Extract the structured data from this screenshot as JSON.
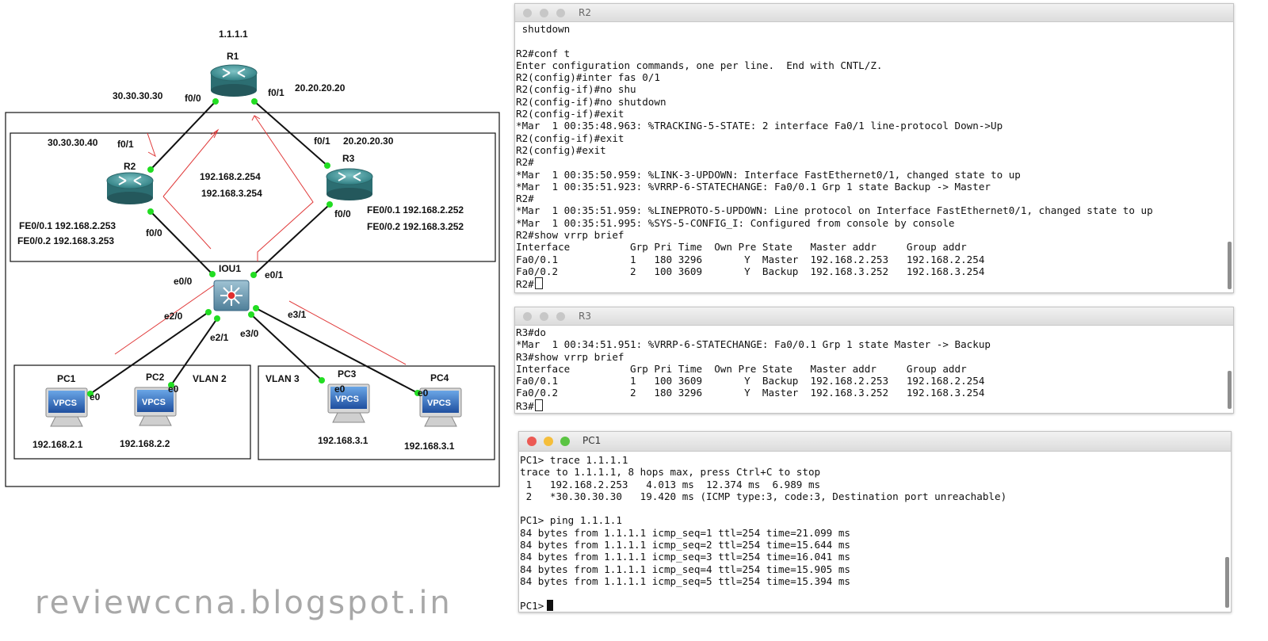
{
  "topology": {
    "r1": {
      "name": "R1",
      "loopback": "1.1.1.1",
      "f0_0_port": "f0/0",
      "f0_1_port": "f0/1",
      "ip_left": "30.30.30.30",
      "ip_right": "20.20.20.20"
    },
    "r2": {
      "name": "R2",
      "f0_1_port": "f0/1",
      "f0_1_ip": "30.30.30.40",
      "f0_0_port": "f0/0",
      "sub1": "FE0/0.1 192.168.2.253",
      "sub2": "FE0/0.2 192.168.3.253"
    },
    "r3": {
      "name": "R3",
      "f0_1_port": "f0/1",
      "f0_1_ip": "20.20.20.30",
      "f0_0_port": "f0/0",
      "sub1": "FE0/0.1 192.168.2.252",
      "sub2": "FE0/0.2 192.168.3.252"
    },
    "vip1": "192.168.2.254",
    "vip2": "192.168.3.254",
    "switch": {
      "name": "IOU1",
      "ports": [
        "e0/0",
        "e0/1",
        "e2/0",
        "e2/1",
        "e3/0",
        "e3/1"
      ]
    },
    "vlan2_label": "VLAN 2",
    "vlan3_label": "VLAN 3",
    "vpcs_label": "VPCS",
    "pcs": [
      {
        "name": "PC1",
        "port": "e0",
        "ip": "192.168.2.1"
      },
      {
        "name": "PC2",
        "port": "e0",
        "ip": "192.168.2.2"
      },
      {
        "name": "PC3",
        "port": "e0",
        "ip": "192.168.3.1"
      },
      {
        "name": "PC4",
        "port": "e0",
        "ip": "192.168.3.1"
      }
    ]
  },
  "terminals": {
    "r2": {
      "title": "R2",
      "lines": [
        " shutdown",
        "",
        "R2#conf t",
        "Enter configuration commands, one per line.  End with CNTL/Z.",
        "R2(config)#inter fas 0/1",
        "R2(config-if)#no shu",
        "R2(config-if)#no shutdown",
        "R2(config-if)#exit",
        "*Mar  1 00:35:48.963: %TRACKING-5-STATE: 2 interface Fa0/1 line-protocol Down->Up",
        "R2(config-if)#exit",
        "R2(config)#exit",
        "R2#",
        "*Mar  1 00:35:50.959: %LINK-3-UPDOWN: Interface FastEthernet0/1, changed state to up",
        "*Mar  1 00:35:51.923: %VRRP-6-STATECHANGE: Fa0/0.1 Grp 1 state Backup -> Master",
        "R2#",
        "*Mar  1 00:35:51.959: %LINEPROTO-5-UPDOWN: Line protocol on Interface FastEthernet0/1, changed state to up",
        "*Mar  1 00:35:51.995: %SYS-5-CONFIG_I: Configured from console by console",
        "R2#show vrrp brief",
        "Interface          Grp Pri Time  Own Pre State   Master addr     Group addr",
        "Fa0/0.1            1   180 3296       Y  Master  192.168.2.253   192.168.2.254",
        "Fa0/0.2            2   100 3609       Y  Backup  192.168.3.252   192.168.3.254"
      ],
      "prompt": "R2#"
    },
    "r3": {
      "title": "R3",
      "lines": [
        "R3#do",
        "*Mar  1 00:34:51.951: %VRRP-6-STATECHANGE: Fa0/0.1 Grp 1 state Master -> Backup",
        "R3#show vrrp brief",
        "Interface          Grp Pri Time  Own Pre State   Master addr     Group addr",
        "Fa0/0.1            1   100 3609       Y  Backup  192.168.2.253   192.168.2.254",
        "Fa0/0.2            2   180 3296       Y  Master  192.168.3.252   192.168.3.254"
      ],
      "prompt": "R3#"
    },
    "pc1": {
      "title": "PC1",
      "lines": [
        "PC1> trace 1.1.1.1",
        "trace to 1.1.1.1, 8 hops max, press Ctrl+C to stop",
        " 1   192.168.2.253   4.013 ms  12.374 ms  6.989 ms",
        " 2   *30.30.30.30   19.420 ms (ICMP type:3, code:3, Destination port unreachable)",
        "",
        "PC1> ping 1.1.1.1",
        "84 bytes from 1.1.1.1 icmp_seq=1 ttl=254 time=21.099 ms",
        "84 bytes from 1.1.1.1 icmp_seq=2 ttl=254 time=15.644 ms",
        "84 bytes from 1.1.1.1 icmp_seq=3 ttl=254 time=16.041 ms",
        "84 bytes from 1.1.1.1 icmp_seq=4 ttl=254 time=15.905 ms",
        "84 bytes from 1.1.1.1 icmp_seq=5 ttl=254 time=15.394 ms",
        "",
        ""
      ],
      "prompt": "PC1>"
    }
  },
  "watermark": "reviewccna.blogspot.in",
  "colors": {
    "router": "#3f8f92",
    "link_dot": "#22dd22",
    "annotation": "#e03a3a",
    "terminal_bg": "#ffffff"
  }
}
